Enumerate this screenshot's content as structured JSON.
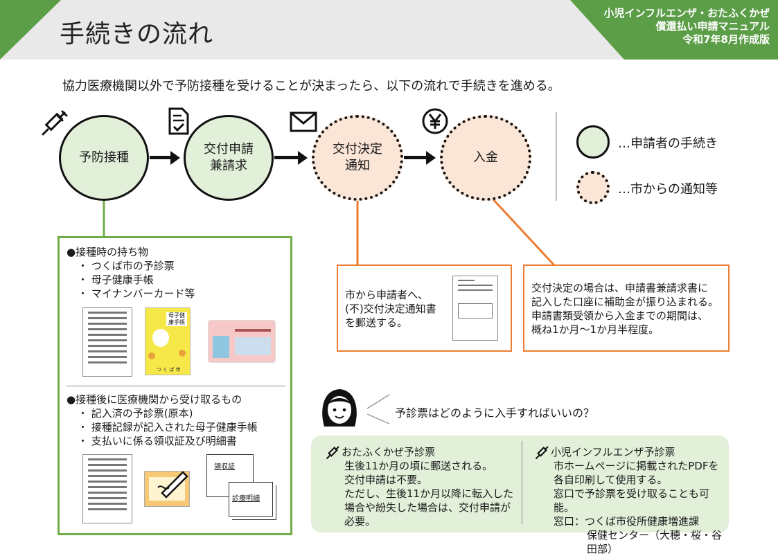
{
  "header": {
    "title": "手続きの流れ",
    "right_line1": "小児インフルエンザ・おたふくかぜ",
    "right_line2": "償還払い申請マニュアル",
    "right_line3": "令和7年8月作成版"
  },
  "lead": "協力医療機関以外で予防接種を受けることが決まったら、以下の流れで手続きを進める。",
  "flow": {
    "step1": "予防接種",
    "step2_line1": "交付申請",
    "step2_line2": "兼請求",
    "step3_line1": "交付決定",
    "step3_line2": "通知",
    "step4": "入金"
  },
  "legend": {
    "applicant": "…申請者の手続き",
    "city": "…市からの通知等"
  },
  "bring": {
    "heading": "●接種時の持ち物",
    "items": [
      "・ つくば市の予診票",
      "・ 母子健康手帳",
      "・ マイナンバーカード等"
    ],
    "techo_label": "母子健康手帳",
    "techo_city": "つ く ば 市"
  },
  "receive": {
    "heading": "●接種後に医療機関から受け取るもの",
    "items": [
      "・ 記入済の予診票(原本)",
      "・ 接種記録が記入された母子健康手帳",
      "・ 支払いに係る領収証及び明細書"
    ],
    "receipt_label": "領収証",
    "detail_label": "診療明細"
  },
  "notice_box": {
    "line1": "市から申請者へ、",
    "line2": "(不)交付決定通知書",
    "line3": "を郵送する。"
  },
  "payment_box": {
    "line1": "交付決定の場合は、申請書兼請求書に",
    "line2": "記入した口座に補助金が振り込まれる。",
    "line3": "申請書類受領から入金までの期間は、",
    "line4": "概ね1か月～1か月半程度。"
  },
  "question": "予診票はどのように入手すればいいの？",
  "otafuku": {
    "title": "おたふくかぜ予診票",
    "lines": [
      "生後11か月の頃に郵送される。",
      "交付申請は不要。",
      "ただし、生後11か月以降に転入した",
      "場合や紛失した場合は、交付申請が",
      "必要。"
    ]
  },
  "influenza": {
    "title": "小児インフルエンザ予診票",
    "lines": [
      "市ホームページに掲載されたPDFを",
      "各自印刷して使用する。",
      "窓口で予診票を受け取ることも可能。",
      "窓口：つくば市役所健康増進課"
    ],
    "last_line": "保健センター（大穂・桜・谷田部）"
  },
  "colors": {
    "green": "#5b9e47",
    "light_green": "#e2efd9",
    "light_orange": "#fbe5d6",
    "orange": "#ed7d31"
  },
  "icons": [
    "syringe-icon",
    "document-check-icon",
    "envelope-icon",
    "yen-icon"
  ]
}
